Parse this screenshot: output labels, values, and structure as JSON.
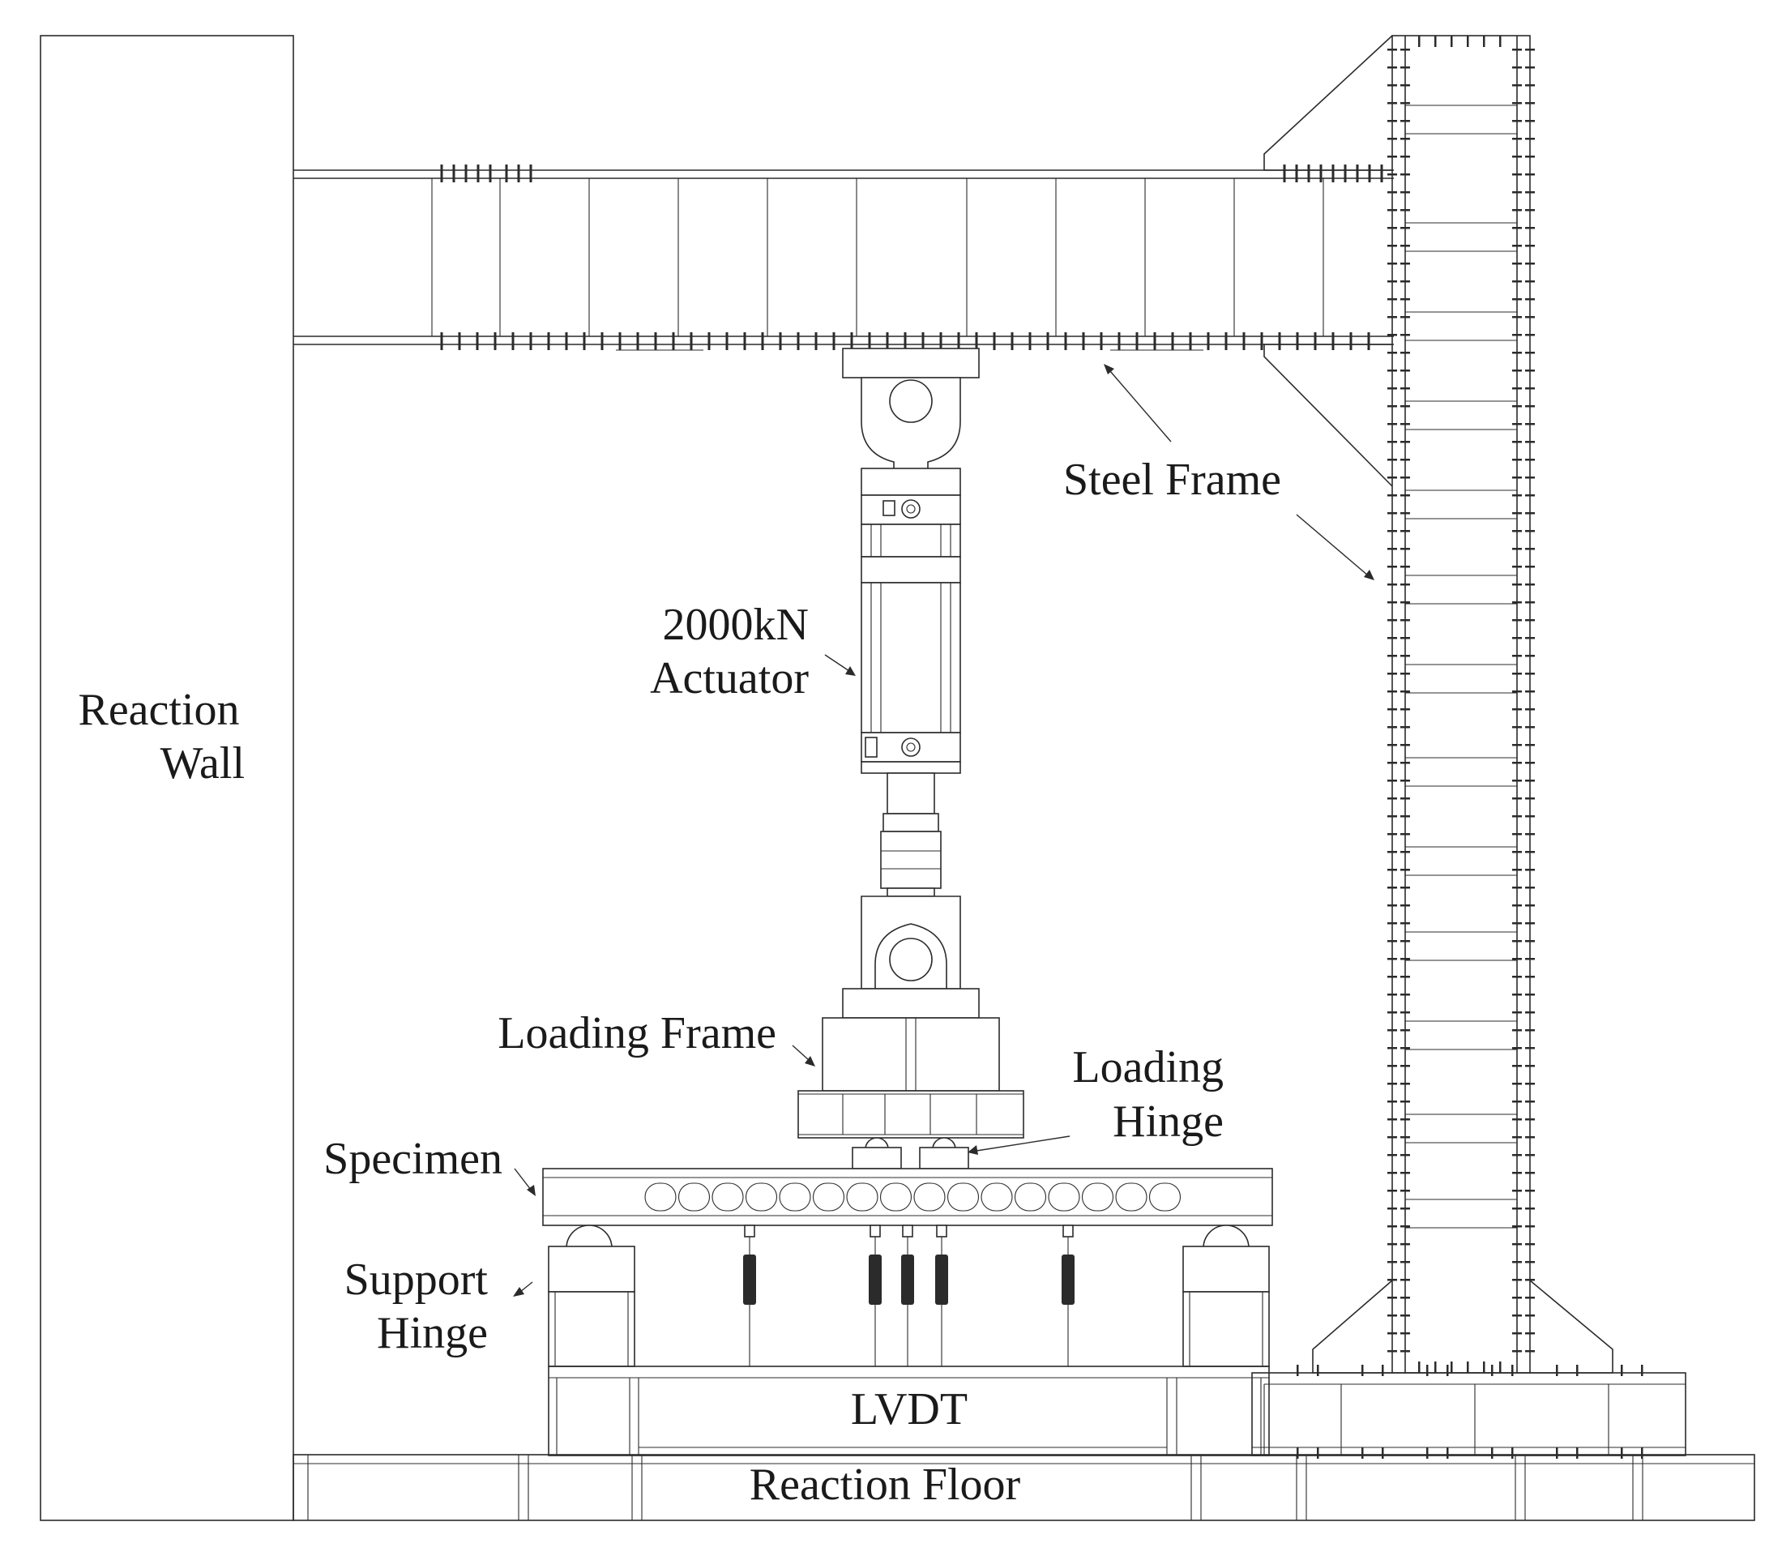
{
  "labels": {
    "reaction_wall_line1": "Reaction",
    "reaction_wall_line2": "Wall",
    "steel_frame": "Steel Frame",
    "actuator_line1": "2000kN",
    "actuator_line2": "Actuator",
    "loading_frame": "Loading Frame",
    "loading_hinge_line1": "Loading",
    "loading_hinge_line2": "Hinge",
    "specimen": "Specimen",
    "support_hinge_line1": "Support",
    "support_hinge_line2": "Hinge",
    "lvdt": "LVDT",
    "reaction_floor": "Reaction Floor"
  }
}
